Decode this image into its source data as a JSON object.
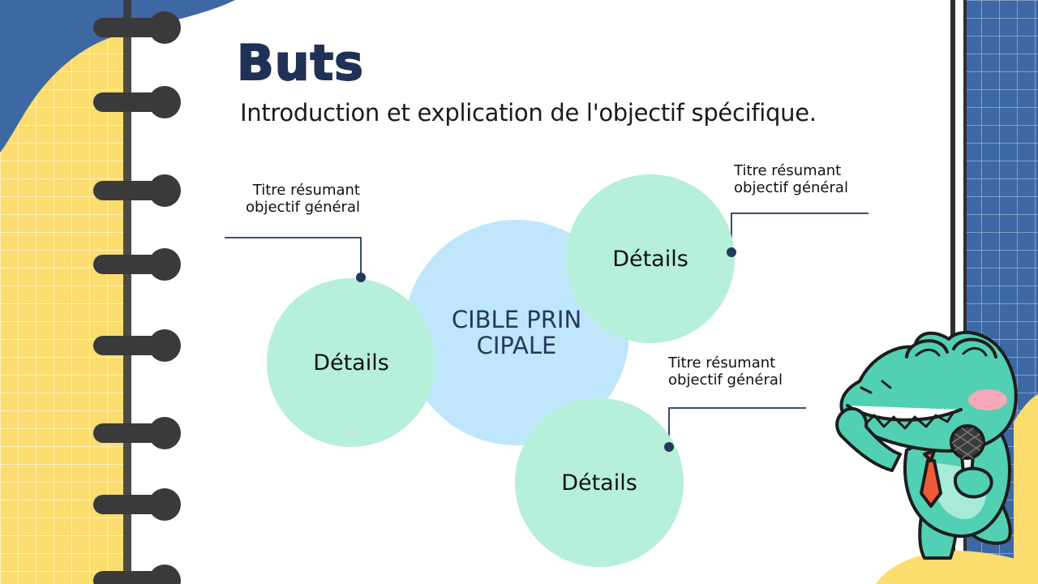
{
  "slide": {
    "title": "Buts",
    "subtitle": "Introduction et explication de l'objectif spécifique."
  },
  "diagram": {
    "center_label": "CIBLE PRINCIPALE",
    "details": [
      {
        "label": "Détails",
        "caption": "Titre résumant objectif général"
      },
      {
        "label": "Détails",
        "caption": "Titre résumant objectif général"
      },
      {
        "label": "Détails",
        "caption": "Titre résumant objectif général"
      }
    ]
  },
  "colors": {
    "title": "#1f3157",
    "center_circle": "#bfe6fb",
    "detail_circle": "#b6efda",
    "connector": "#23395b",
    "notebook_yellow": "#fbdc6e",
    "notebook_blue": "#3e68a4",
    "binder_ring": "#3a3a3a",
    "mascot_green": "#52d0b4"
  }
}
